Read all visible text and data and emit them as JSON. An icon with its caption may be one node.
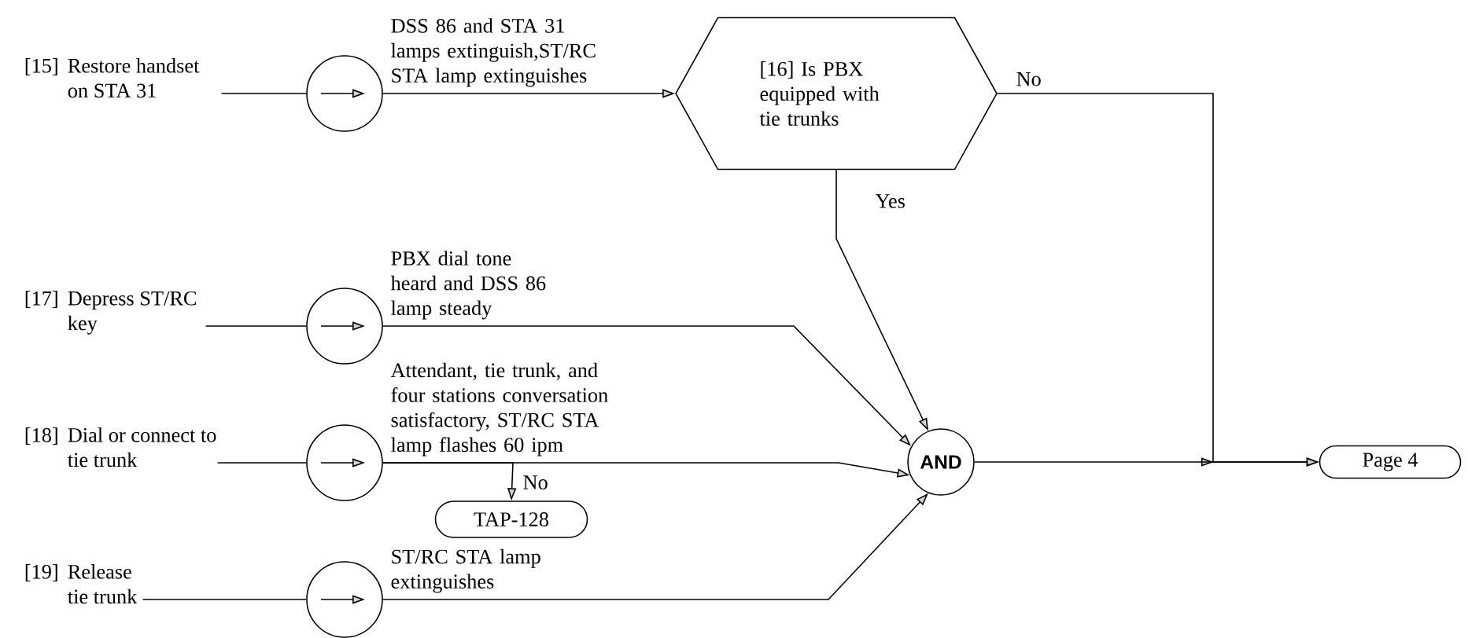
{
  "diagram": {
    "nodes": [
      {
        "text": [
          "[15]",
          "Restore handset on STA 31"
        ]
      },
      {
        "text": [],
        "shape": "circle"
      },
      {
        "text": [
          "[16] Is PBX equipped with tie trunks"
        ]
      },
      {
        "text": [
          "[17]",
          "Depress ST/RC key"
        ]
      },
      {
        "text": [],
        "shape": "circle"
      },
      {
        "text": [
          "[18]",
          "Dial or connect to tie trunk"
        ]
      },
      {
        "text": [],
        "shape": "circle"
      },
      {
        "text": [
          "TAP-128"
        ]
      },
      {
        "text": [
          "[19]",
          "Release tie trunk"
        ]
      },
      {
        "text": [],
        "shape": "circle"
      },
      {
        "text": [
          "AND"
        ]
      },
      {
        "text": [
          "Page 4"
        ]
      }
    ],
    "edges": [
      {
        "from": 0,
        "to": 1,
        "arrow": "none"
      },
      {
        "from": 1,
        "to": 2,
        "arrow": "to",
        "label": "DSS 86 and STA 31 lamps extinguish,ST/RC STA lamp extinguishes"
      },
      {
        "from": 2,
        "to": 10,
        "arrow": "to",
        "label": "Yes"
      },
      {
        "from": 2,
        "to": 11,
        "arrow": "to",
        "label": "No"
      },
      {
        "from": 3,
        "to": 4,
        "arrow": "none"
      },
      {
        "from": 4,
        "to": 10,
        "arrow": "to",
        "label": "PBX dial tone heard and DSS 86 lamp steady"
      },
      {
        "from": 5,
        "to": 6,
        "arrow": "none"
      },
      {
        "from": 6,
        "to": 10,
        "arrow": "to",
        "label": "Attendant, tie trunk, and four stations conversation satisfactory, ST/RC STA lamp flashes 60 ipm"
      },
      {
        "from": 6,
        "to": 7,
        "arrow": "to",
        "label": "No"
      },
      {
        "from": 8,
        "to": 9,
        "arrow": "none"
      },
      {
        "from": 9,
        "to": 10,
        "arrow": "to",
        "label": "ST/RC STA lamp extinguishes"
      },
      {
        "from": 10,
        "to": 11,
        "arrow": "to"
      }
    ]
  }
}
